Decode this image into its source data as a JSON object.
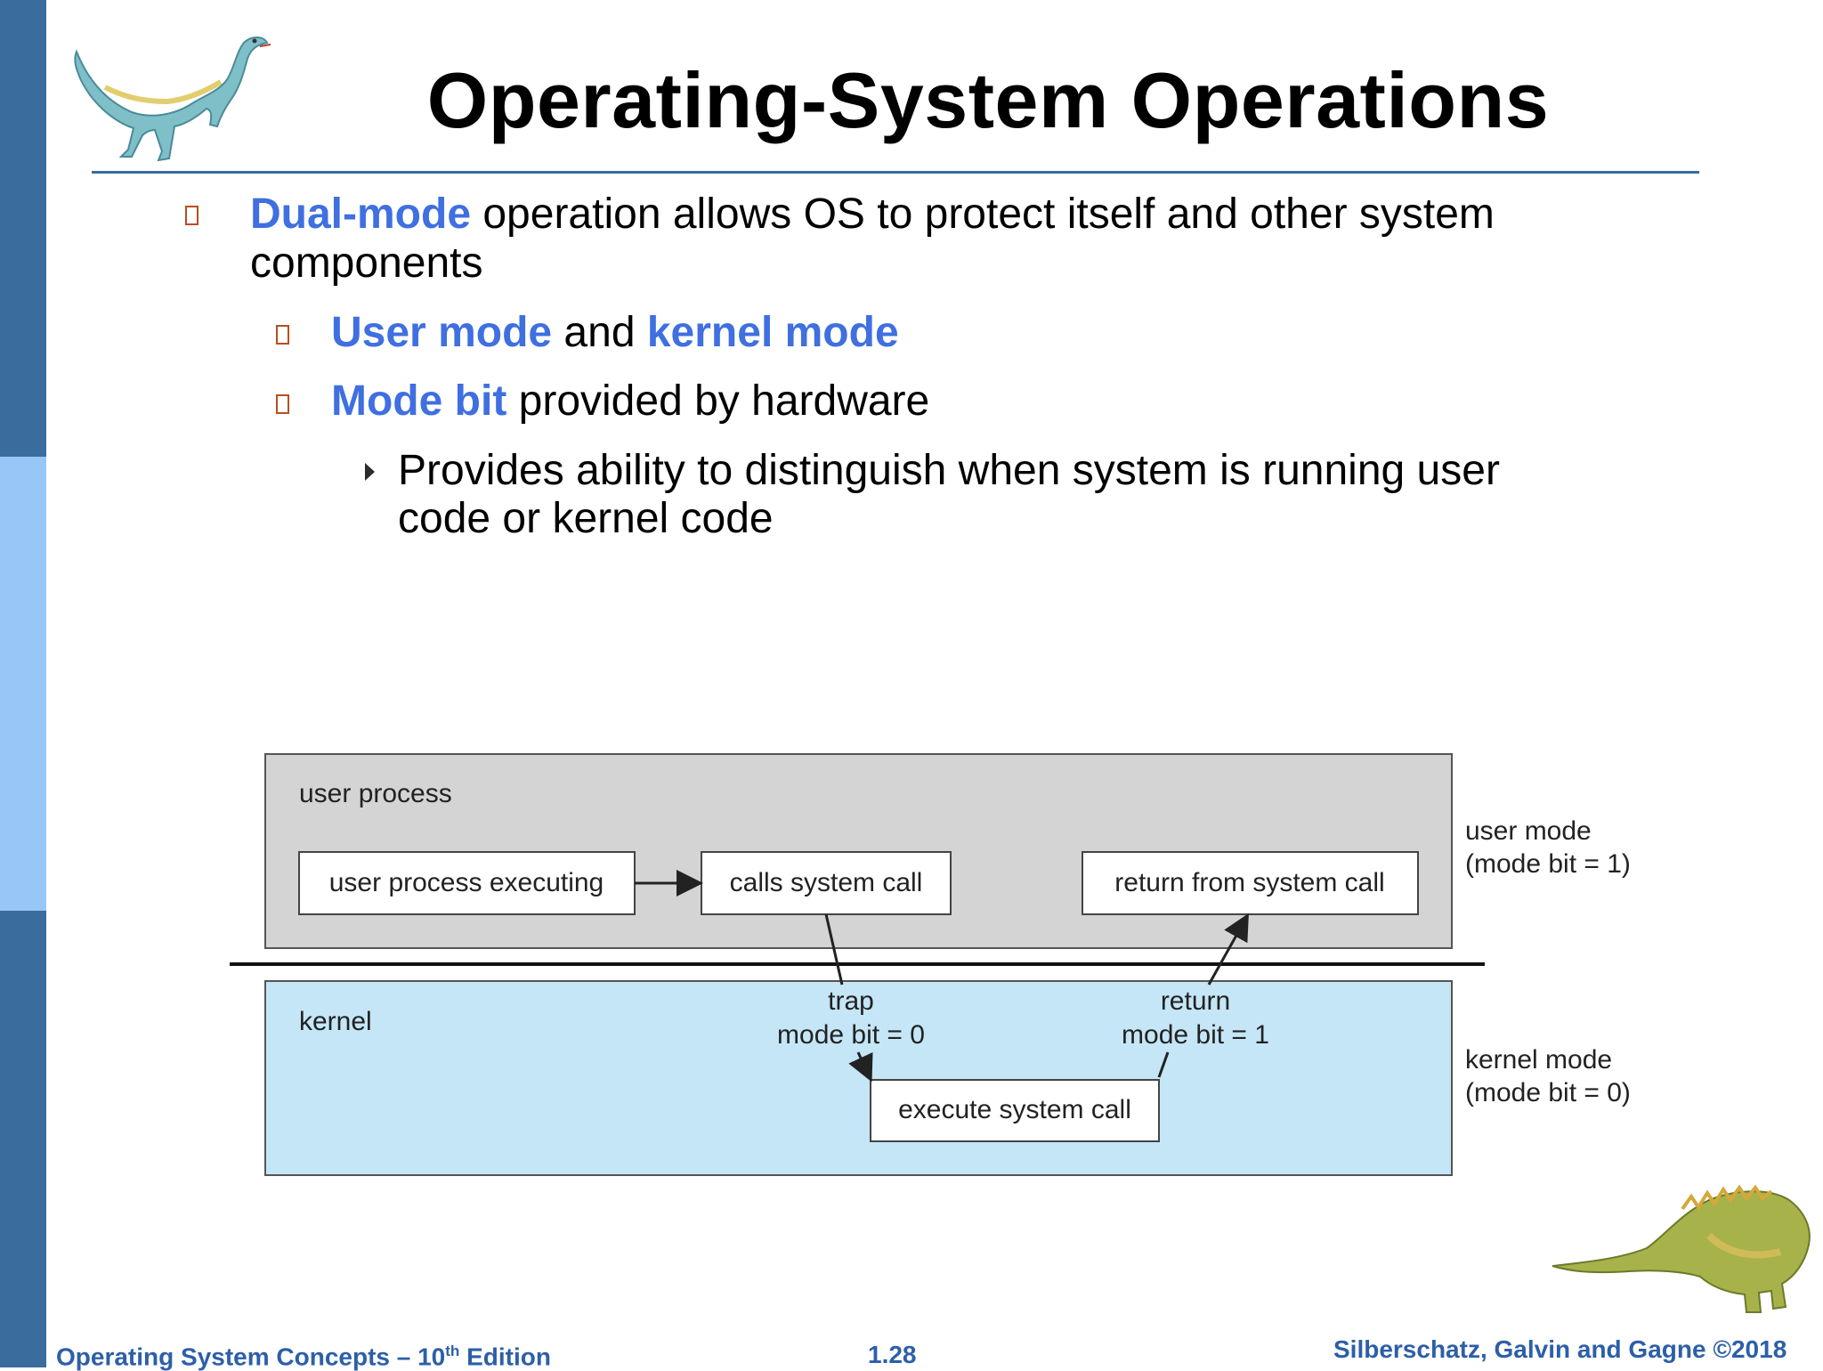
{
  "slide": {
    "title": "Operating-System Operations",
    "bullets": {
      "b1_term": "Dual-mode",
      "b1_rest": " operation allows OS to protect itself and other system",
      "b1_cont": "components",
      "b2_term1": "User mode",
      "b2_mid": " and ",
      "b2_term2": "kernel mode",
      "b3_term": "Mode bit",
      "b3_rest": " provided by hardware",
      "b4_line1": "Provides ability to distinguish when system is running user",
      "b4_line2": "code or kernel code"
    }
  },
  "diagram": {
    "user_region_label": "user process",
    "kernel_region_label": "kernel",
    "box_executing": "user process executing",
    "box_calls": "calls system call",
    "box_return": "return from system call",
    "box_execute": "execute system call",
    "trap_label": "trap",
    "trap_bit": "mode bit = 0",
    "return_label": "return",
    "return_bit": "mode bit = 1",
    "user_mode_label": "user mode",
    "user_mode_bit": "(mode bit = 1)",
    "kernel_mode_label": "kernel mode",
    "kernel_mode_bit": "(mode bit = 0)"
  },
  "footer": {
    "left_prefix": "Operating System Concepts – 10",
    "left_sup": "th",
    "left_suffix": " Edition",
    "center": "1.28",
    "right": "Silberschatz, Galvin and Gagne ©2018"
  },
  "colors": {
    "accent_blue": "#3f6fe0",
    "sidebar_dark": "#3a6c9e",
    "sidebar_light": "#98c6f5",
    "bullet_box": "#b5501e",
    "user_region": "#d4d4d4",
    "kernel_region": "#c5e6f7"
  },
  "icons": [
    "dinosaur-icon",
    "dinosaur-icon",
    "bullet-box-icon",
    "triangle-bullet-icon",
    "arrow-icon"
  ]
}
